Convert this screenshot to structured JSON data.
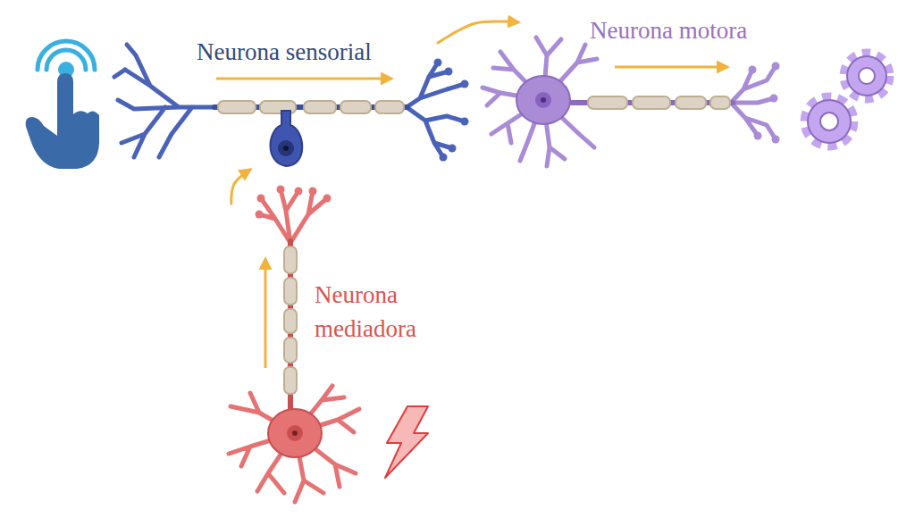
{
  "diagram": {
    "nodes": [
      {
        "text": [
          "Neurona sensorial"
        ]
      },
      {
        "text": [
          "Neurona motora"
        ]
      },
      {
        "text": [
          "Neurona mediadora"
        ]
      }
    ],
    "edges": [
      {
        "from": 0,
        "to": 1,
        "arrow": "to"
      },
      {
        "from": 2,
        "to": 0,
        "arrow": "to"
      }
    ]
  }
}
